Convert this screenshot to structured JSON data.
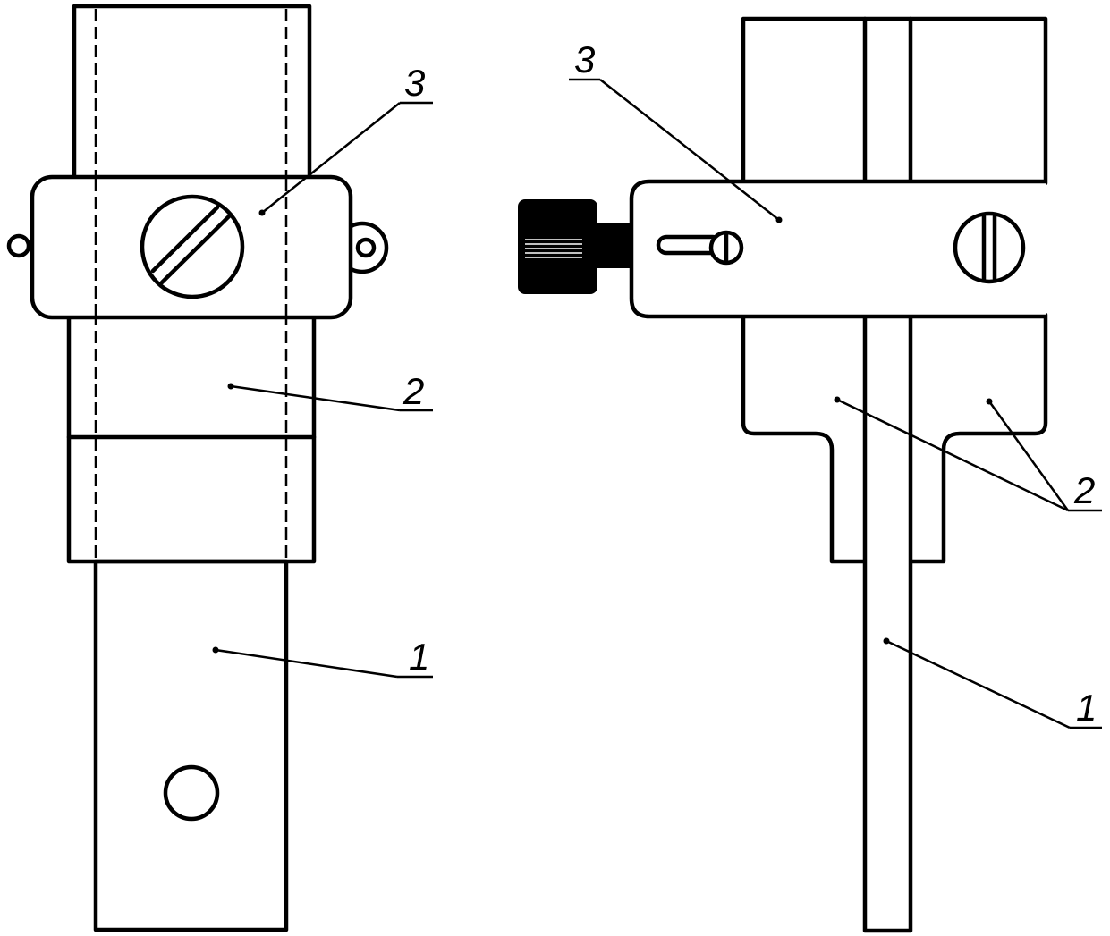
{
  "figure": {
    "left_view": {
      "callouts": [
        {
          "id": "part-1",
          "label": "1"
        },
        {
          "id": "part-2",
          "label": "2"
        },
        {
          "id": "part-3",
          "label": "3"
        }
      ]
    },
    "right_view": {
      "callouts": [
        {
          "id": "part-1",
          "label": "1"
        },
        {
          "id": "part-2",
          "label": "2"
        },
        {
          "id": "part-3",
          "label": "3"
        }
      ]
    },
    "colors": {
      "line": "#000000",
      "background": "#ffffff"
    }
  }
}
